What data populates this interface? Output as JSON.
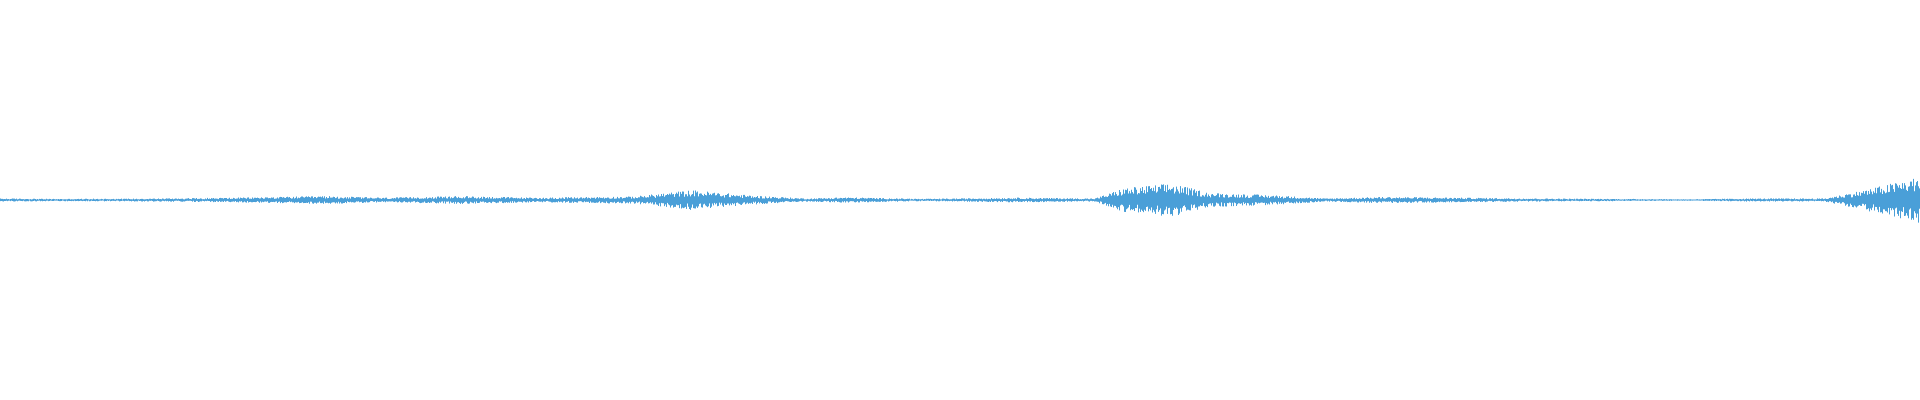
{
  "waveform": {
    "color": "#4a9fd8",
    "background": "#ffffff",
    "envelope": [
      [
        0.0,
        0.004
      ],
      [
        0.03,
        0.003
      ],
      [
        0.08,
        0.004
      ],
      [
        0.12,
        0.006
      ],
      [
        0.17,
        0.01
      ],
      [
        0.2,
        0.006
      ],
      [
        0.24,
        0.01
      ],
      [
        0.28,
        0.006
      ],
      [
        0.31,
        0.008
      ],
      [
        0.33,
        0.009
      ],
      [
        0.36,
        0.025
      ],
      [
        0.39,
        0.012
      ],
      [
        0.42,
        0.004
      ],
      [
        0.44,
        0.007
      ],
      [
        0.48,
        0.003
      ],
      [
        0.53,
        0.006
      ],
      [
        0.57,
        0.004
      ],
      [
        0.585,
        0.03
      ],
      [
        0.61,
        0.042
      ],
      [
        0.63,
        0.018
      ],
      [
        0.665,
        0.012
      ],
      [
        0.69,
        0.004
      ],
      [
        0.72,
        0.008
      ],
      [
        0.76,
        0.006
      ],
      [
        0.8,
        0.004
      ],
      [
        0.84,
        0.003
      ],
      [
        0.88,
        0.002
      ],
      [
        0.91,
        0.004
      ],
      [
        0.95,
        0.004
      ],
      [
        0.975,
        0.03
      ],
      [
        1.0,
        0.06
      ]
    ]
  }
}
